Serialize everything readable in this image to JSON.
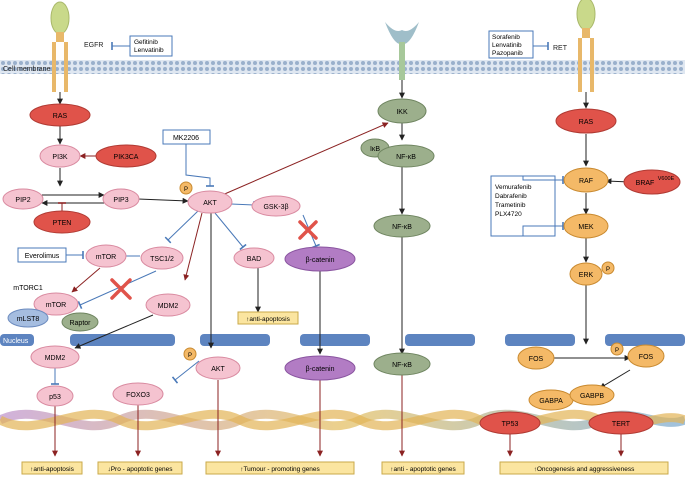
{
  "membrane": {
    "label": "Cell membrane"
  },
  "nucleus": {
    "label": "Nucleus"
  },
  "receptors": {
    "egfr": "EGFR",
    "ret": "RET"
  },
  "drugs": {
    "egfr_inhibitors": [
      "Gefitinib",
      "Lenvatinib"
    ],
    "ret_inhibitors": [
      "Sorafenib",
      "Lenvatinib",
      "Pazopanib"
    ],
    "akt_inhibitor": "MK2206",
    "mtor_inhibitor": "Everolimus",
    "raf_mek_inhibitors": [
      "Vemurafenib",
      "Dabrafenib",
      "Trametinib",
      "PLX4720"
    ]
  },
  "nodes": {
    "ras_left": "RAS",
    "pik3ca": "PIK3CA",
    "pi3k": "PI3K",
    "pip2": "PIP2",
    "pip3": "PIP3",
    "pten": "PTEN",
    "phospho": "P",
    "akt": "AKT",
    "gsk3b": "GSK-3β",
    "mtor": "mTOR",
    "tsc12": "TSC1/2",
    "mtorc1": "mTORC1",
    "mtor2": "mTOR",
    "mlst8": "mLST8",
    "raptor": "Raptor",
    "mdm2": "MDM2",
    "bad": "BAD",
    "beta_catenin": "β-catenin",
    "ikk": "IKK",
    "ikb": "IκB",
    "nfkb1": "NF-κB",
    "nfkb2": "NF-κB",
    "ras_right": "RAS",
    "raf": "RAF",
    "braf": "BRAF",
    "braf_sup": "V600E",
    "mek": "MEK",
    "erk": "ERK",
    "mdm2_nuc": "MDM2",
    "p53": "p53",
    "foxo3": "FOXO3",
    "akt_nuc": "AKT",
    "beta_catenin_nuc": "β-catenin",
    "nfkb_nuc": "NF-κB",
    "fos1": "FOS",
    "fos2": "FOS",
    "gabpa": "GABPA",
    "gabpb": "GABPB",
    "tp53": "TP53",
    "tert": "TERT"
  },
  "outcomes": {
    "anti_apoptosis_cyto": "↑anti-apoptosis",
    "anti_apoptosis": "↑anti-apoptosis",
    "pro_apoptotic": "↓Pro - apoptotic genes",
    "tumour": "↑Tumour - promoting genes",
    "anti_apoptotic_genes": "↑anti - apoptotic genes",
    "oncogenesis": "↑Oncogenesis and aggressiveness"
  },
  "colors": {
    "ras_red": "#e0534a",
    "pink": "#f5c3d0",
    "orange": "#f4b967",
    "green_gray": "#9caf8c",
    "purple": "#b27cc4",
    "blue_gray": "#a5bde0",
    "drug_box_border": "#4a79b8",
    "outcome_yellow": "#fbe5a0",
    "arrow_dark": "#222222",
    "arrow_red": "#8b2222",
    "inhibit_blue": "#4a79b8"
  }
}
